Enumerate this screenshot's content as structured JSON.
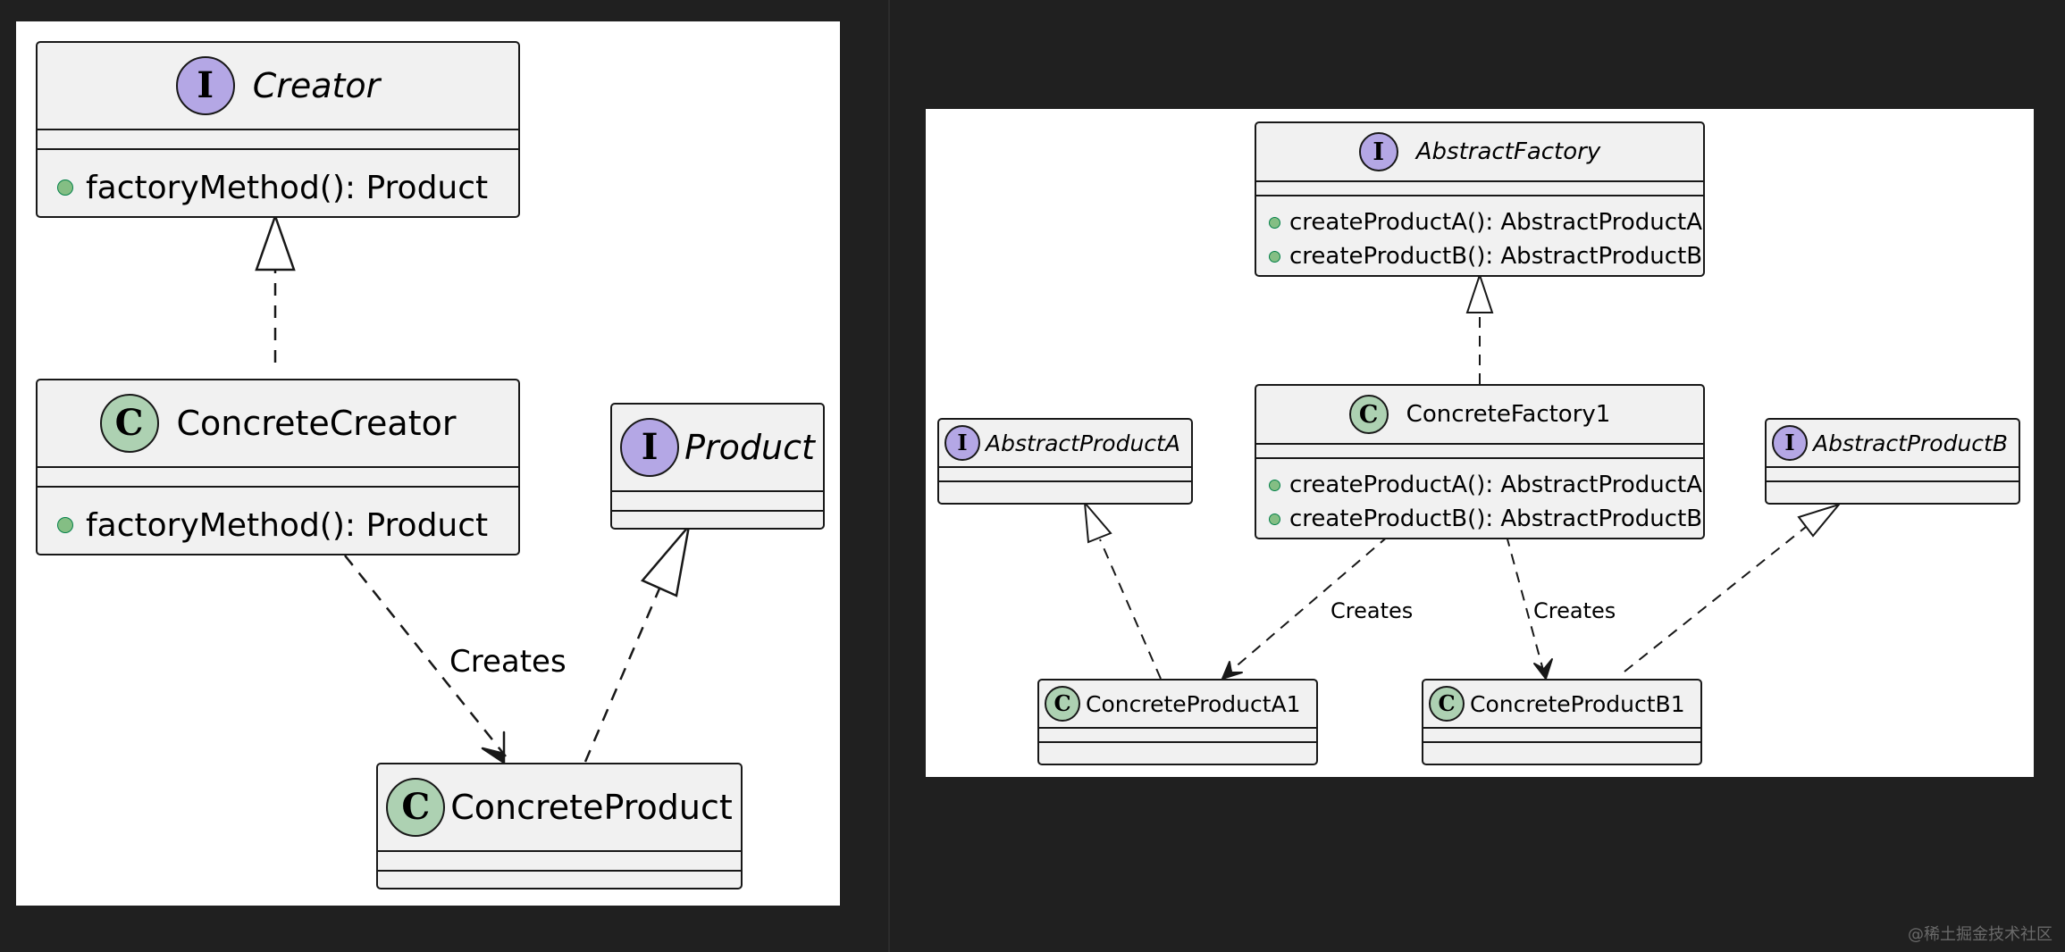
{
  "left": {
    "creator": {
      "badge": "I",
      "name": "Creator",
      "method": "factoryMethod(): Product"
    },
    "concrete_creator": {
      "badge": "C",
      "name": "ConcreteCreator",
      "method": "factoryMethod(): Product"
    },
    "product": {
      "badge": "I",
      "name": "Product"
    },
    "concrete_product": {
      "badge": "C",
      "name": "ConcreteProduct"
    },
    "creates_label": "Creates"
  },
  "right": {
    "abstract_factory": {
      "badge": "I",
      "name": "AbstractFactory",
      "methods": [
        "createProductA(): AbstractProductA",
        "createProductB(): AbstractProductB"
      ]
    },
    "concrete_factory": {
      "badge": "C",
      "name": "ConcreteFactory1",
      "methods": [
        "createProductA(): AbstractProductA",
        "createProductB(): AbstractProductB"
      ]
    },
    "abstract_product_a": {
      "badge": "I",
      "name": "AbstractProductA"
    },
    "abstract_product_b": {
      "badge": "I",
      "name": "AbstractProductB"
    },
    "concrete_product_a1": {
      "badge": "C",
      "name": "ConcreteProductA1"
    },
    "concrete_product_b1": {
      "badge": "C",
      "name": "ConcreteProductB1"
    },
    "creates_label_a": "Creates",
    "creates_label_b": "Creates"
  },
  "watermark": "@稀土掘金技术社区",
  "colors": {
    "interface_badge": "#b4a7e5",
    "class_badge": "#add1b2",
    "class_fill": "#f1f1f1",
    "method_dot": "#84be84",
    "background": "#202020"
  }
}
